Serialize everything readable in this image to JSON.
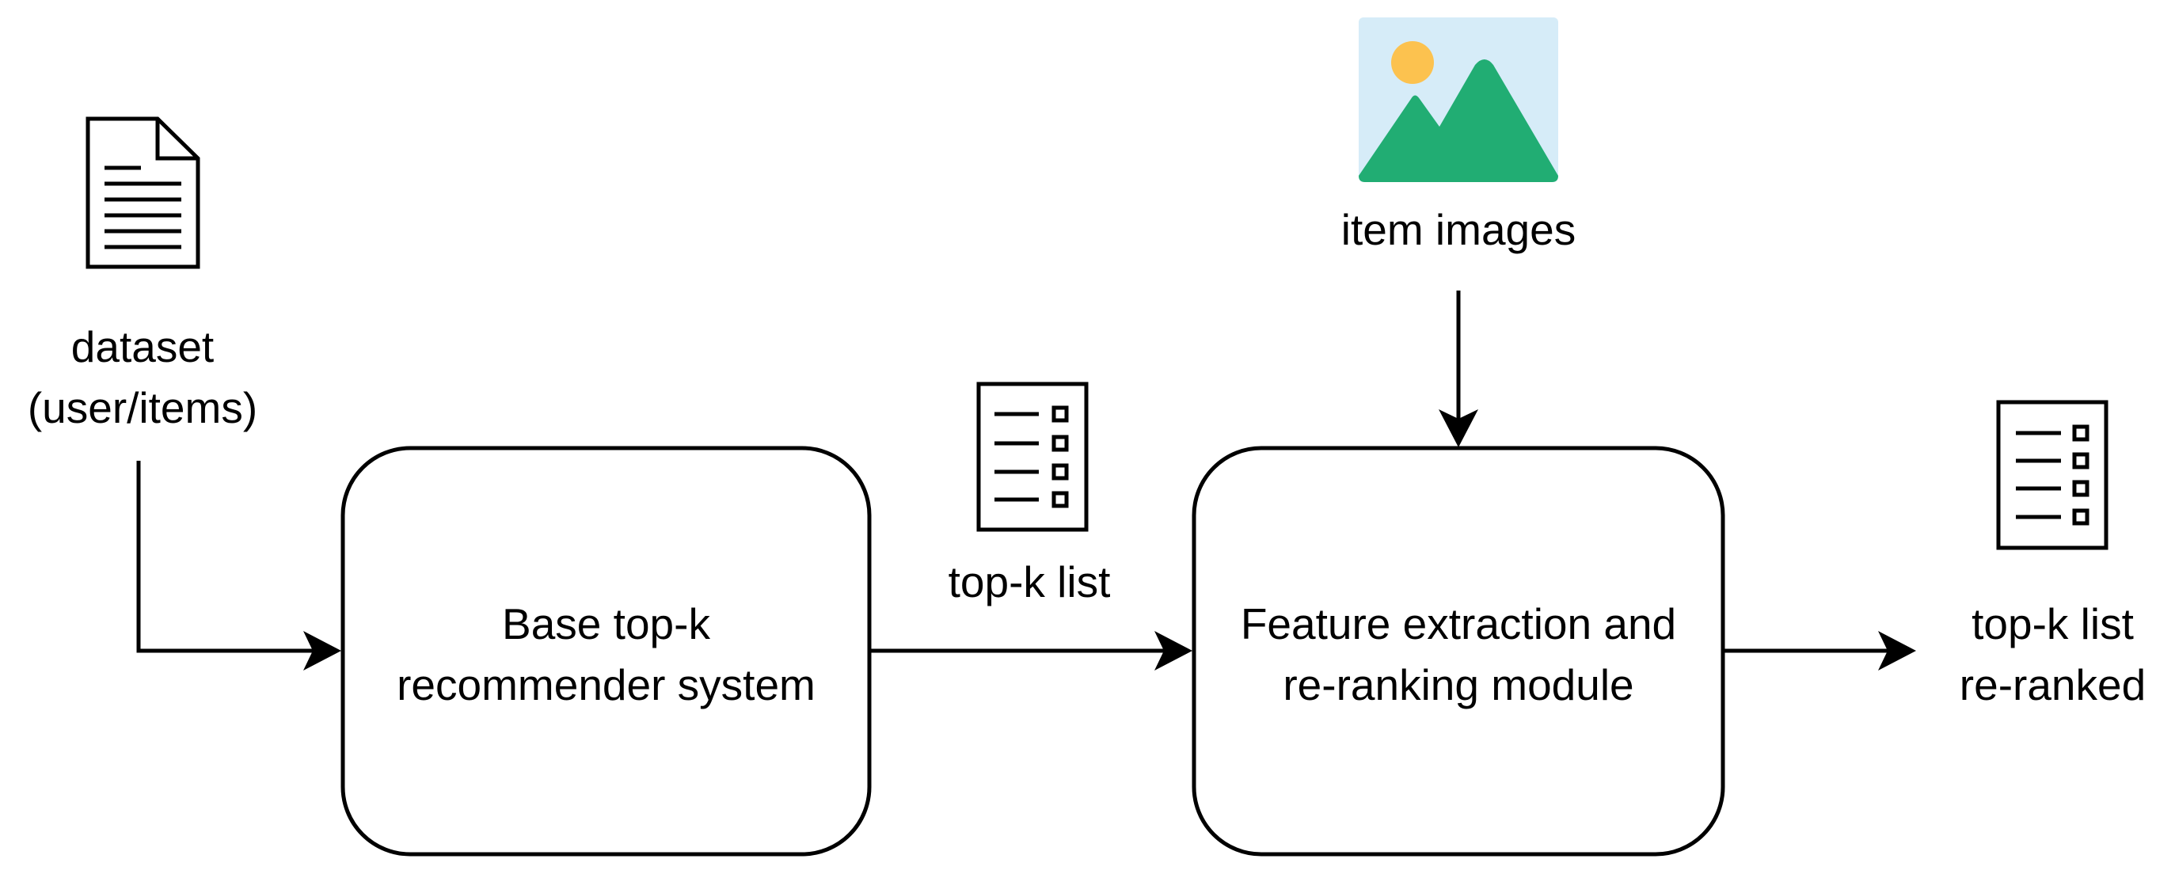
{
  "colors": {
    "stroke": "#000000",
    "background": "#ffffff",
    "image_sky": "#d6ecf8",
    "image_sun": "#fcc24f",
    "image_mountain": "#21ad73"
  },
  "icons": {
    "dataset": "document-icon",
    "top_k_list": "checklist-icon",
    "item_images": "image-icon",
    "reranked_list": "checklist-icon"
  },
  "nodes": {
    "dataset": {
      "line1": "dataset",
      "line2": "(user/items)"
    },
    "item_images": {
      "label": "item images"
    },
    "base_recommender": {
      "line1": "Base top-k",
      "line2": "recommender system"
    },
    "top_k_list": {
      "label": "top-k list"
    },
    "feature_module": {
      "line1": "Feature extraction and",
      "line2": "re-ranking module"
    },
    "reranked": {
      "line1": "top-k list",
      "line2": "re-ranked"
    }
  }
}
